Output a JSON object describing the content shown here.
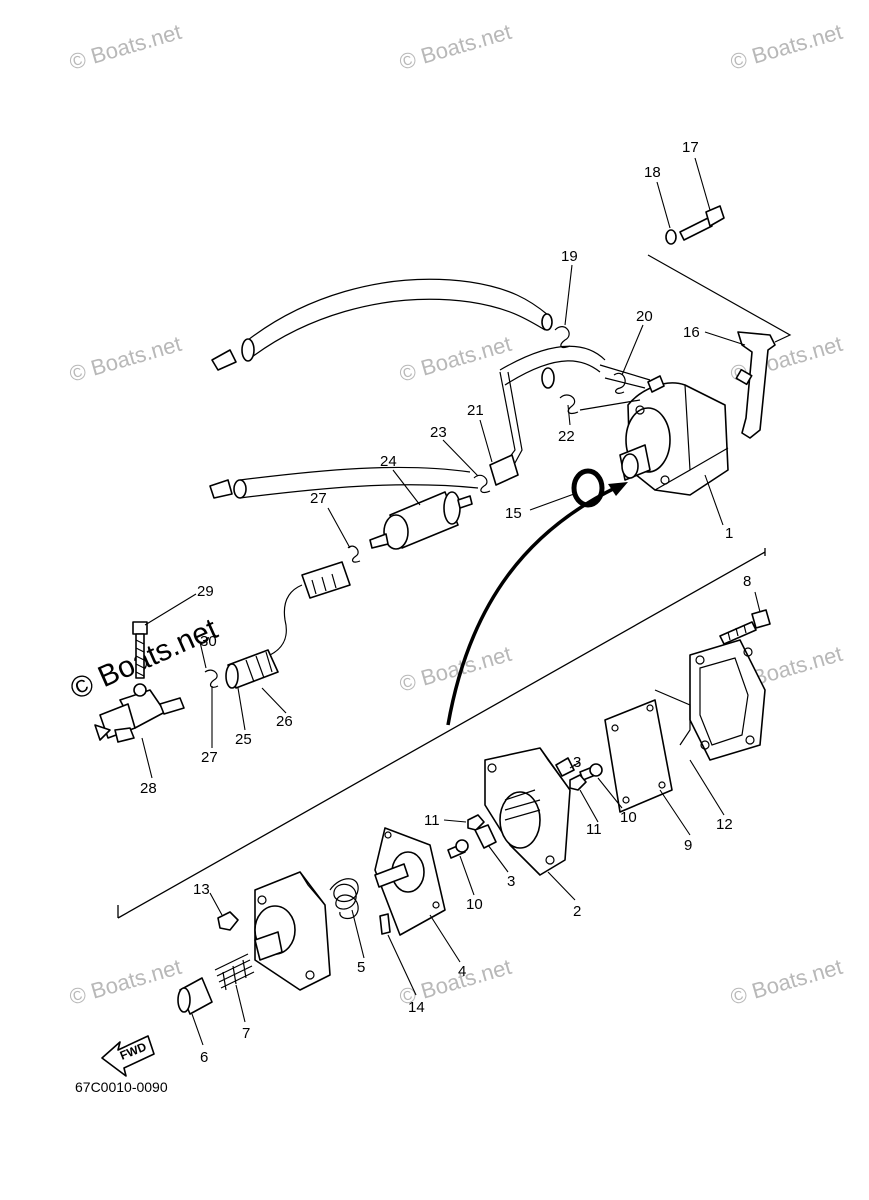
{
  "watermark": {
    "small": "© Boats.net",
    "large": "© Boats.net"
  },
  "diagram_code": "67C0010-0090",
  "fwd_label": "FWD",
  "callouts": [
    "1",
    "2",
    "3",
    "4",
    "5",
    "6",
    "7",
    "8",
    "9",
    "10",
    "11",
    "12",
    "13",
    "14",
    "15",
    "16",
    "17",
    "18",
    "19",
    "20",
    "21",
    "22",
    "23",
    "24",
    "25",
    "26",
    "27",
    "28",
    "29",
    "30"
  ],
  "colors": {
    "line": "#000000",
    "watermark": "#b8b8b8",
    "background": "#ffffff"
  }
}
